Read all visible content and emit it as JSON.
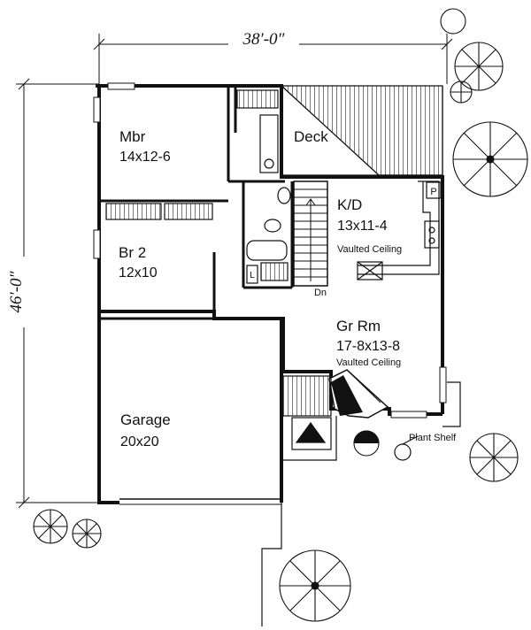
{
  "dimensions": {
    "width_label": "38′-0″",
    "depth_label": "46′-0″"
  },
  "rooms": {
    "mbr": {
      "name": "Mbr",
      "size": "14x12-6"
    },
    "br2": {
      "name": "Br 2",
      "size": "12x10"
    },
    "deck": {
      "name": "Deck"
    },
    "kd": {
      "name": "K/D",
      "size": "13x11-4",
      "note": "Vaulted Ceiling"
    },
    "grrm": {
      "name": "Gr Rm",
      "size": "17-8x13-8",
      "note": "Vaulted Ceiling"
    },
    "garage": {
      "name": "Garage",
      "size": "20x20"
    }
  },
  "labels": {
    "stairs_down": "Dn",
    "plant_shelf": "Plant Shelf",
    "pantry": "P",
    "linen": "L"
  }
}
